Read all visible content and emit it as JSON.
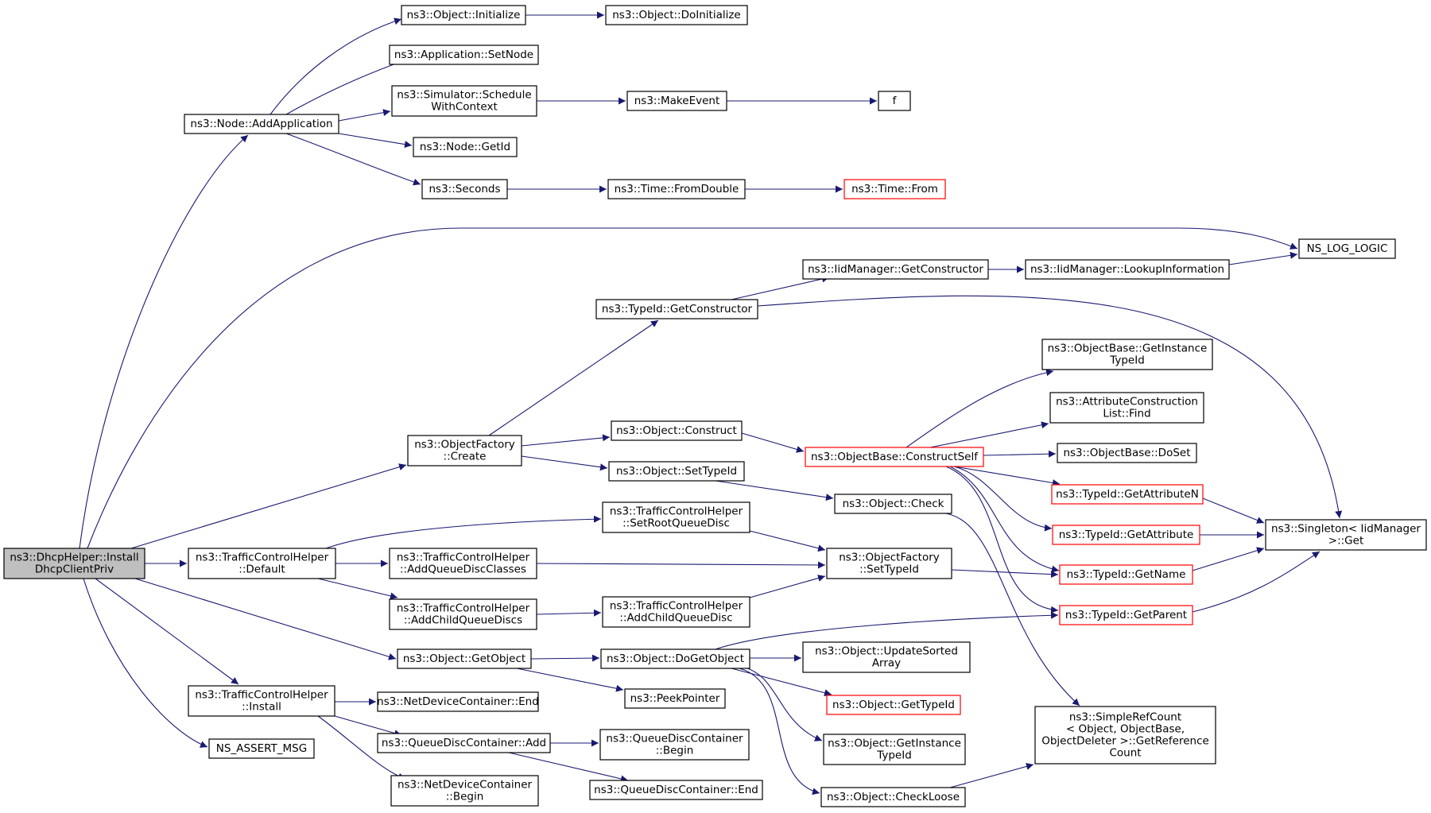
{
  "graph": {
    "colors": {
      "edge": "#191970",
      "node_border": "#000000",
      "highlight_border": "#ff0000",
      "root_fill": "#bfbfbf",
      "node_fill": "#ffffff"
    },
    "nodes": [
      {
        "id": "root",
        "lines": [
          "ns3::DhcpHelper::Install",
          "DhcpClientPriv"
        ],
        "style": "root"
      },
      {
        "id": "addApp",
        "lines": [
          "ns3::Node::AddApplication"
        ]
      },
      {
        "id": "objInit",
        "lines": [
          "ns3::Object::Initialize"
        ]
      },
      {
        "id": "objDoInit",
        "lines": [
          "ns3::Object::DoInitialize"
        ]
      },
      {
        "id": "appSetNode",
        "lines": [
          "ns3::Application::SetNode"
        ]
      },
      {
        "id": "simSched",
        "lines": [
          "ns3::Simulator::Schedule",
          "WithContext"
        ]
      },
      {
        "id": "makeEvent",
        "lines": [
          "ns3::MakeEvent"
        ]
      },
      {
        "id": "f",
        "lines": [
          "f"
        ]
      },
      {
        "id": "nodeGetId",
        "lines": [
          "ns3::Node::GetId"
        ]
      },
      {
        "id": "seconds",
        "lines": [
          "ns3::Seconds"
        ]
      },
      {
        "id": "timeFromDouble",
        "lines": [
          "ns3::Time::FromDouble"
        ]
      },
      {
        "id": "timeFrom",
        "lines": [
          "ns3::Time::From"
        ],
        "style": "red"
      },
      {
        "id": "nsLogLogic",
        "lines": [
          "NS_LOG_LOGIC"
        ]
      },
      {
        "id": "iidGetCtor",
        "lines": [
          "ns3::IidManager::GetConstructor"
        ]
      },
      {
        "id": "iidLookup",
        "lines": [
          "ns3::IidManager::LookupInformation"
        ]
      },
      {
        "id": "typeIdGetCtor",
        "lines": [
          "ns3::TypeId::GetConstructor"
        ]
      },
      {
        "id": "objBaseGetInst",
        "lines": [
          "ns3::ObjectBase::GetInstance",
          "TypeId"
        ]
      },
      {
        "id": "attrConstrFind",
        "lines": [
          "ns3::AttributeConstruction",
          "List::Find"
        ]
      },
      {
        "id": "objFactCreate",
        "lines": [
          "ns3::ObjectFactory",
          "::Create"
        ]
      },
      {
        "id": "objConstruct",
        "lines": [
          "ns3::Object::Construct"
        ]
      },
      {
        "id": "objBaseConstrSelf",
        "lines": [
          "ns3::ObjectBase::ConstructSelf"
        ],
        "style": "red"
      },
      {
        "id": "objBaseDoSet",
        "lines": [
          "ns3::ObjectBase::DoSet"
        ]
      },
      {
        "id": "objSetTypeId",
        "lines": [
          "ns3::Object::SetTypeId"
        ]
      },
      {
        "id": "typeIdGetAttrN",
        "lines": [
          "ns3::TypeId::GetAttributeN"
        ],
        "style": "red"
      },
      {
        "id": "objCheck",
        "lines": [
          "ns3::Object::Check"
        ]
      },
      {
        "id": "tchSetRoot",
        "lines": [
          "ns3::TrafficControlHelper",
          "::SetRootQueueDisc"
        ]
      },
      {
        "id": "typeIdGetAttr",
        "lines": [
          "ns3::TypeId::GetAttribute"
        ],
        "style": "red"
      },
      {
        "id": "singletonGet",
        "lines": [
          "ns3::Singleton< IidManager",
          " >::Get"
        ]
      },
      {
        "id": "tchDefault",
        "lines": [
          "ns3::TrafficControlHelper",
          "::Default"
        ]
      },
      {
        "id": "tchAddQDC",
        "lines": [
          "ns3::TrafficControlHelper",
          "::AddQueueDiscClasses"
        ]
      },
      {
        "id": "objFactSetTypeId",
        "lines": [
          "ns3::ObjectFactory",
          "::SetTypeId"
        ]
      },
      {
        "id": "typeIdGetName",
        "lines": [
          "ns3::TypeId::GetName"
        ],
        "style": "red"
      },
      {
        "id": "tchAddChildQDs",
        "lines": [
          "ns3::TrafficControlHelper",
          "::AddChildQueueDiscs"
        ]
      },
      {
        "id": "tchAddChildQD",
        "lines": [
          "ns3::TrafficControlHelper",
          "::AddChildQueueDisc"
        ]
      },
      {
        "id": "typeIdGetParent",
        "lines": [
          "ns3::TypeId::GetParent"
        ],
        "style": "red"
      },
      {
        "id": "objGetObject",
        "lines": [
          "ns3::Object::GetObject"
        ]
      },
      {
        "id": "objDoGetObject",
        "lines": [
          "ns3::Object::DoGetObject"
        ]
      },
      {
        "id": "objUpdSorted",
        "lines": [
          "ns3::Object::UpdateSorted",
          "Array"
        ]
      },
      {
        "id": "peekPointer",
        "lines": [
          "ns3::PeekPointer"
        ]
      },
      {
        "id": "objGetTypeId",
        "lines": [
          "ns3::Object::GetTypeId"
        ],
        "style": "red"
      },
      {
        "id": "tchInstall",
        "lines": [
          "ns3::TrafficControlHelper",
          "::Install"
        ]
      },
      {
        "id": "ndcEnd",
        "lines": [
          "ns3::NetDeviceContainer::End"
        ]
      },
      {
        "id": "simpleRefCount",
        "lines": [
          "ns3::SimpleRefCount",
          "< Object, ObjectBase,",
          " ObjectDeleter >::GetReference",
          "Count"
        ]
      },
      {
        "id": "objGetInstTypeId",
        "lines": [
          "ns3::Object::GetInstance",
          "TypeId"
        ]
      },
      {
        "id": "nsAssertMsg",
        "lines": [
          "NS_ASSERT_MSG"
        ]
      },
      {
        "id": "qdcAdd",
        "lines": [
          "ns3::QueueDiscContainer::Add"
        ]
      },
      {
        "id": "qdcBegin",
        "lines": [
          "ns3::QueueDiscContainer",
          "::Begin"
        ]
      },
      {
        "id": "ndcBegin",
        "lines": [
          "ns3::NetDeviceContainer",
          "::Begin"
        ]
      },
      {
        "id": "qdcEnd",
        "lines": [
          "ns3::QueueDiscContainer::End"
        ]
      },
      {
        "id": "objCheckLoose",
        "lines": [
          "ns3::Object::CheckLoose"
        ]
      }
    ],
    "edges": [
      [
        "root",
        "addApp"
      ],
      [
        "root",
        "nsLogLogic"
      ],
      [
        "root",
        "objFactCreate"
      ],
      [
        "root",
        "tchDefault"
      ],
      [
        "root",
        "objGetObject"
      ],
      [
        "root",
        "tchInstall"
      ],
      [
        "root",
        "nsAssertMsg"
      ],
      [
        "addApp",
        "objInit"
      ],
      [
        "addApp",
        "appSetNode"
      ],
      [
        "addApp",
        "simSched"
      ],
      [
        "addApp",
        "nodeGetId"
      ],
      [
        "addApp",
        "seconds"
      ],
      [
        "objInit",
        "objDoInit"
      ],
      [
        "simSched",
        "makeEvent"
      ],
      [
        "makeEvent",
        "f"
      ],
      [
        "seconds",
        "timeFromDouble"
      ],
      [
        "timeFromDouble",
        "timeFrom"
      ],
      [
        "objFactCreate",
        "typeIdGetCtor"
      ],
      [
        "objFactCreate",
        "objConstruct"
      ],
      [
        "objFactCreate",
        "objSetTypeId"
      ],
      [
        "typeIdGetCtor",
        "iidGetCtor"
      ],
      [
        "typeIdGetCtor",
        "singletonGet"
      ],
      [
        "iidGetCtor",
        "iidLookup"
      ],
      [
        "iidLookup",
        "nsLogLogic"
      ],
      [
        "objConstruct",
        "objBaseConstrSelf"
      ],
      [
        "objBaseConstrSelf",
        "objBaseGetInst"
      ],
      [
        "objBaseConstrSelf",
        "attrConstrFind"
      ],
      [
        "objBaseConstrSelf",
        "objBaseDoSet"
      ],
      [
        "objBaseConstrSelf",
        "typeIdGetAttrN"
      ],
      [
        "objBaseConstrSelf",
        "typeIdGetAttr"
      ],
      [
        "objBaseConstrSelf",
        "typeIdGetName"
      ],
      [
        "objBaseConstrSelf",
        "typeIdGetParent"
      ],
      [
        "objSetTypeId",
        "objCheck"
      ],
      [
        "objCheck",
        "simpleRefCount"
      ],
      [
        "typeIdGetAttrN",
        "singletonGet"
      ],
      [
        "typeIdGetAttr",
        "singletonGet"
      ],
      [
        "typeIdGetName",
        "singletonGet"
      ],
      [
        "typeIdGetParent",
        "singletonGet"
      ],
      [
        "tchDefault",
        "tchSetRoot"
      ],
      [
        "tchDefault",
        "tchAddQDC"
      ],
      [
        "tchDefault",
        "tchAddChildQDs"
      ],
      [
        "tchSetRoot",
        "objFactSetTypeId"
      ],
      [
        "tchAddQDC",
        "objFactSetTypeId"
      ],
      [
        "tchAddChildQDs",
        "tchAddChildQD"
      ],
      [
        "tchAddChildQD",
        "objFactSetTypeId"
      ],
      [
        "objFactSetTypeId",
        "typeIdGetName"
      ],
      [
        "objGetObject",
        "objDoGetObject"
      ],
      [
        "objGetObject",
        "peekPointer"
      ],
      [
        "objDoGetObject",
        "typeIdGetParent"
      ],
      [
        "objDoGetObject",
        "objUpdSorted"
      ],
      [
        "objDoGetObject",
        "objGetTypeId"
      ],
      [
        "objDoGetObject",
        "objGetInstTypeId"
      ],
      [
        "objDoGetObject",
        "objCheckLoose"
      ],
      [
        "objCheckLoose",
        "simpleRefCount"
      ],
      [
        "tchInstall",
        "ndcEnd"
      ],
      [
        "tchInstall",
        "qdcAdd"
      ],
      [
        "tchInstall",
        "ndcBegin"
      ],
      [
        "qdcAdd",
        "qdcBegin"
      ],
      [
        "qdcAdd",
        "qdcEnd"
      ]
    ]
  }
}
